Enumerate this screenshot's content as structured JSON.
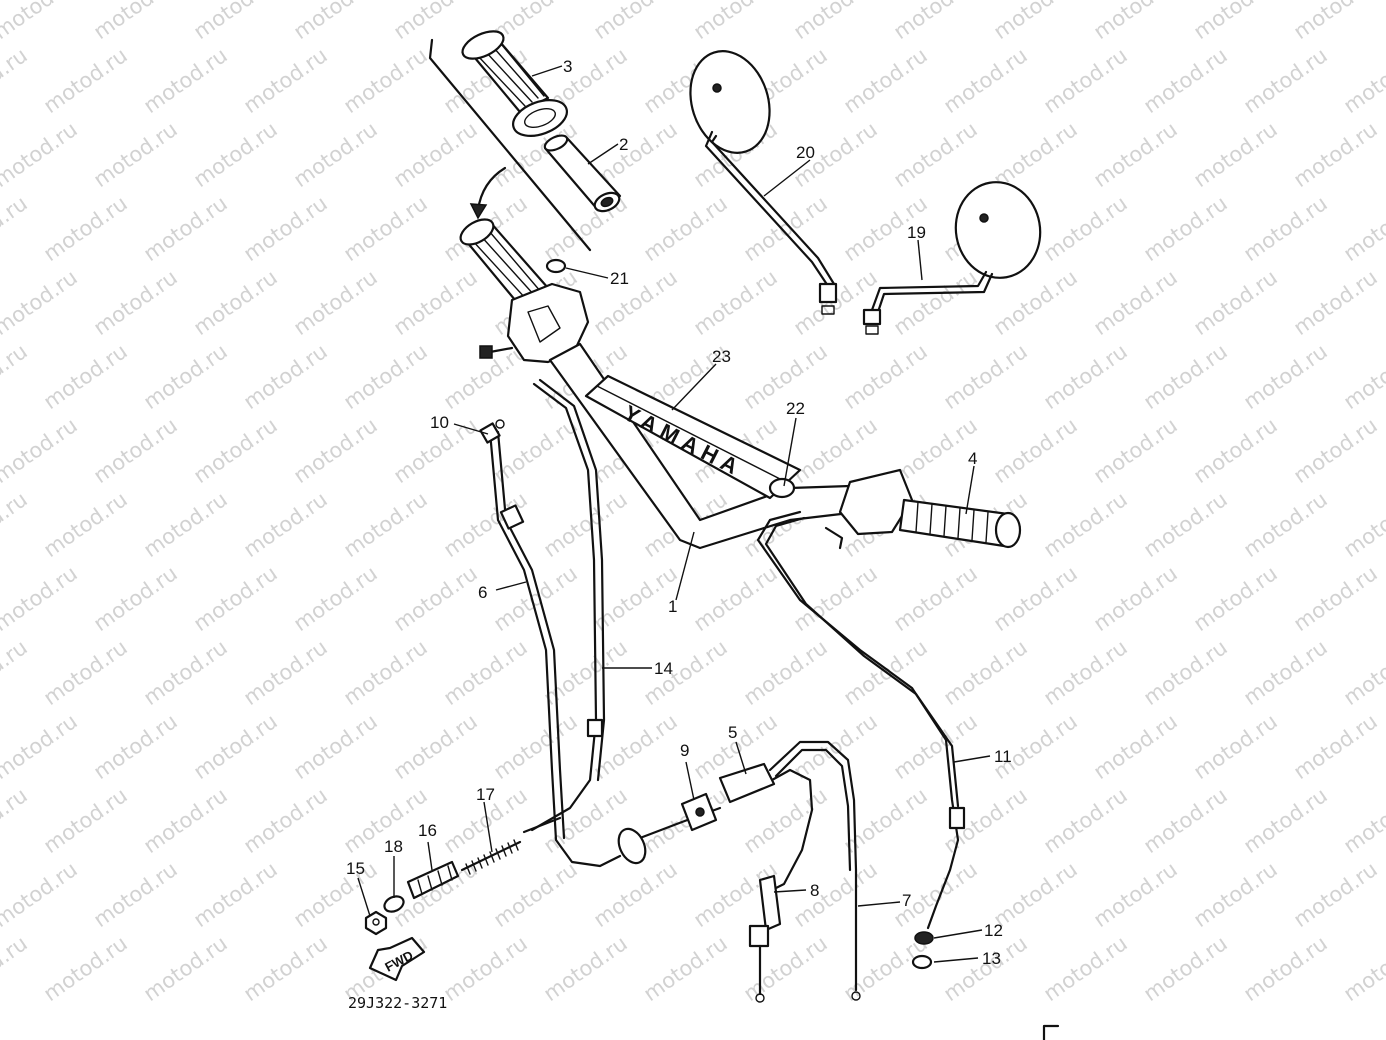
{
  "watermark": {
    "text": "motod.ru"
  },
  "diagram": {
    "drawing_code": "29J322-3271",
    "brand_lettering": "YAMAHA",
    "direction_badge": "FWD",
    "callouts": [
      "1",
      "2",
      "3",
      "4",
      "5",
      "6",
      "7",
      "8",
      "9",
      "10",
      "11",
      "12",
      "13",
      "14",
      "15",
      "16",
      "17",
      "18",
      "19",
      "20",
      "21",
      "22",
      "23"
    ]
  },
  "colors": {
    "ink": "#111111",
    "paper": "#ffffff",
    "watermark": "#d2d2d2"
  }
}
